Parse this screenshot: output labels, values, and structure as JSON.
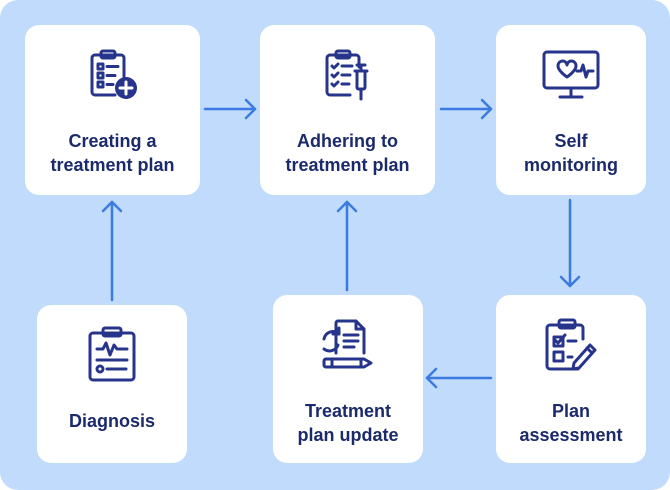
{
  "colors": {
    "background": "#c0dbfb",
    "card": "#ffffff",
    "text": "#1b2a6b",
    "icon": "#27348b",
    "arrow": "#3b7be0"
  },
  "nodes": [
    {
      "id": "creating",
      "icon": "clipboard-plus-icon",
      "label": [
        "Creating a",
        "treatment plan"
      ]
    },
    {
      "id": "adhering",
      "icon": "clipboard-syringe-icon",
      "label": [
        "Adhering to",
        "treatment plan"
      ]
    },
    {
      "id": "self",
      "icon": "heart-monitor-icon",
      "label": [
        "Self",
        "monitoring"
      ]
    },
    {
      "id": "diagnosis",
      "icon": "clipboard-pulse-icon",
      "label": [
        "Diagnosis"
      ]
    },
    {
      "id": "update",
      "icon": "document-refresh-pencil-icon",
      "label": [
        "Treatment",
        "plan update"
      ]
    },
    {
      "id": "assessment",
      "icon": "checklist-pencil-icon",
      "label": [
        "Plan",
        "assessment"
      ]
    }
  ],
  "edges": [
    {
      "from": "diagnosis",
      "to": "creating"
    },
    {
      "from": "creating",
      "to": "adhering"
    },
    {
      "from": "adhering",
      "to": "self"
    },
    {
      "from": "self",
      "to": "assessment"
    },
    {
      "from": "assessment",
      "to": "update"
    },
    {
      "from": "update",
      "to": "adhering"
    }
  ]
}
